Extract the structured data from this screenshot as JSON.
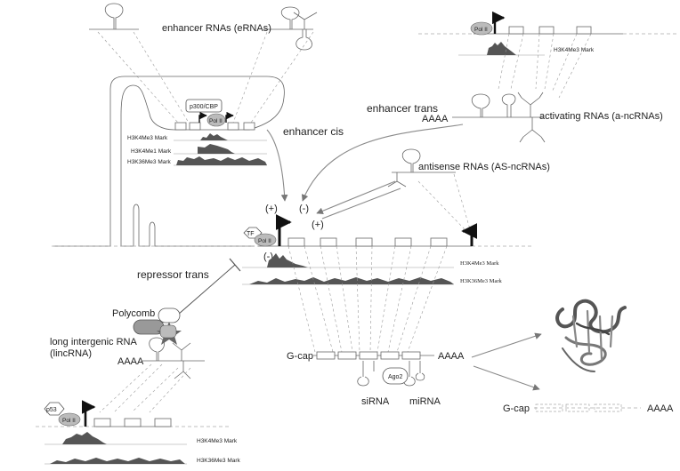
{
  "labels": {
    "enhancer_rnas": "enhancer RNAs (eRNAs)",
    "enhancer_trans": "enhancer trans",
    "activating_rnas": "activating RNAs (a-ncRNAs)",
    "enhancer_cis": "enhancer cis",
    "antisense_rnas": "antisense RNAs (AS-ncRNAs)",
    "repressor_trans": "repressor trans",
    "polycomb": "Polycomb",
    "lincrna_line1": "long intergenic RNA",
    "lincrna_line2": "(lincRNA)",
    "sirna": "siRNA",
    "mirna": "miRNA",
    "ago2": "Ago2",
    "g_cap_1": "G-cap",
    "g_cap_2": "G-cap",
    "aaaa_1": "AAAA",
    "aaaa_2": "AAAA",
    "aaaa_3": "AAAA",
    "aaaa_4": "AAAA"
  },
  "proteins": {
    "p300_cbp": "p300/CBP",
    "pol_ii_top_left": "Pol II",
    "pol_ii_top_right": "Pol II",
    "pol_ii_center": "Pol II",
    "pol_ii_bottom": "Pol II",
    "tf": "TF",
    "p53": "p53"
  },
  "signs": {
    "plus_1": "(+)",
    "minus_1": "(-)",
    "plus_2": "(+)",
    "minus_2": "(-)"
  },
  "tracks": {
    "top_right_h3k4me3": "H3K4Me3 Mark",
    "left_h3k4me3": "H3K4Me3 Mark",
    "left_h3k4me1": "H3K4Me1 Mark",
    "left_h3k36me3": "H3K36Me3 Mark",
    "center_h3k4me3": "H3K4Me3 Mark",
    "center_h3k36me3": "H3K36Me3 Mark",
    "bottom_h3k4me3": "H3K4Me3 Mark",
    "bottom_h3k36me3": "H3K36Me3 Mark"
  }
}
